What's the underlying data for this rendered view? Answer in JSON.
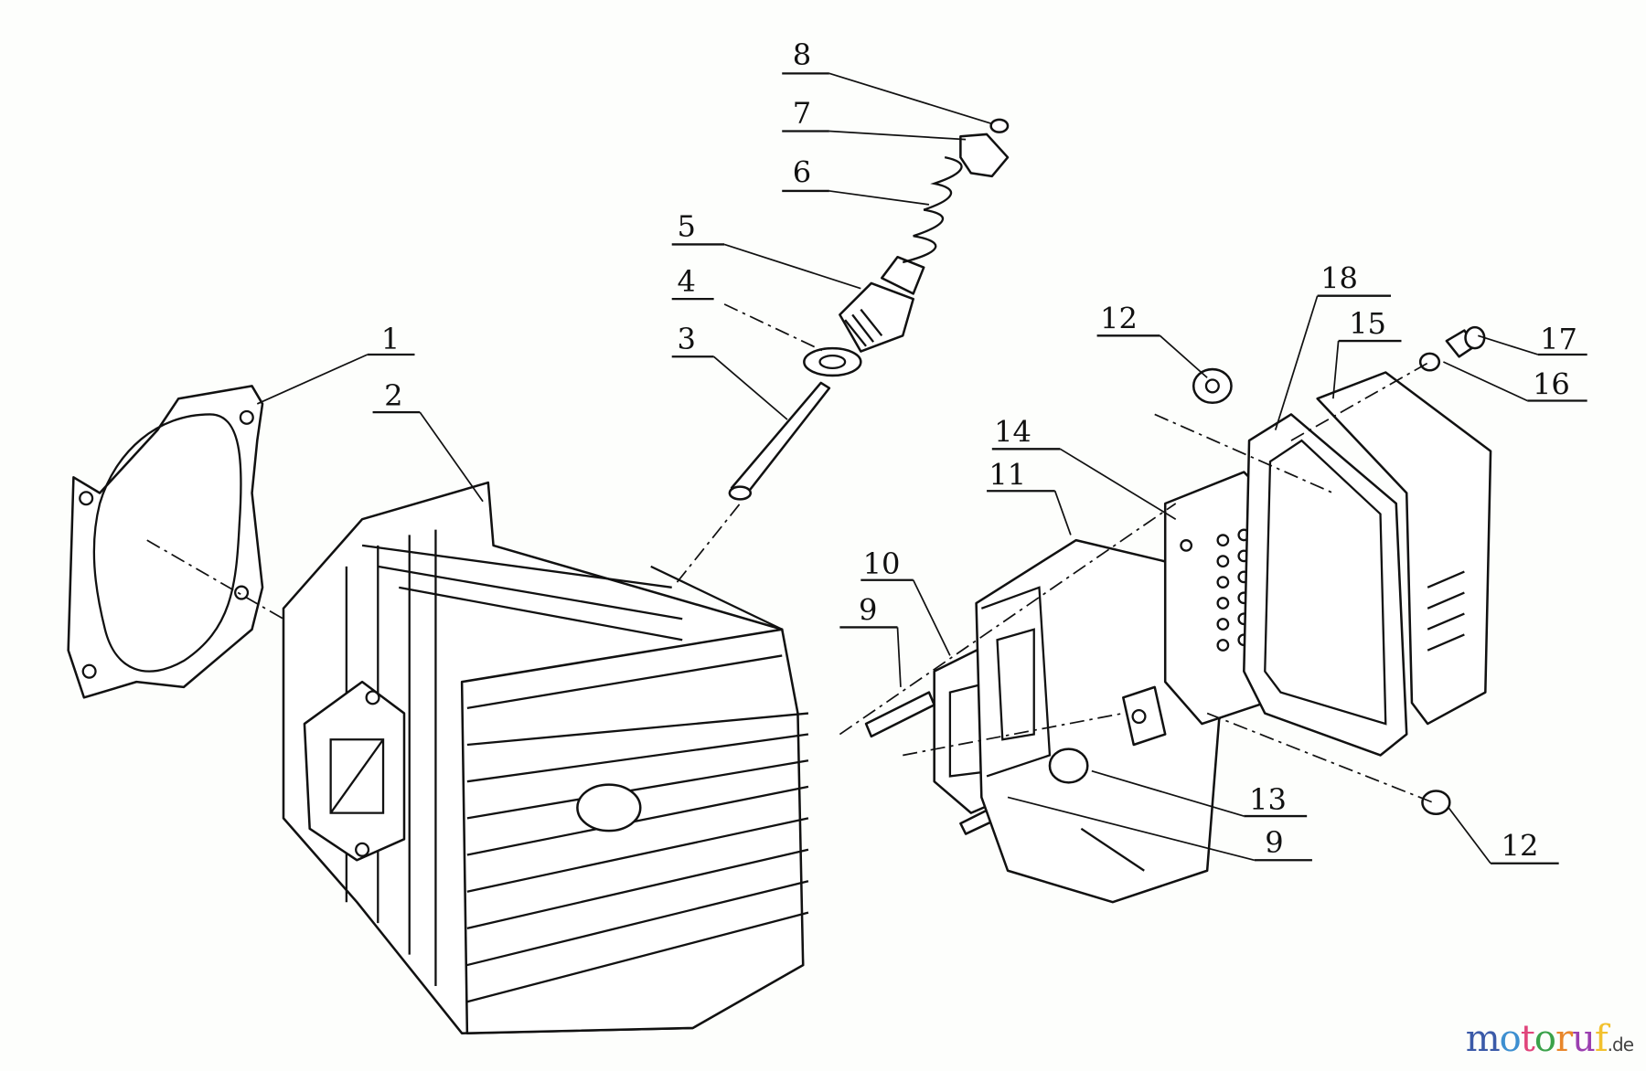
{
  "callouts": {
    "c1": "1",
    "c2": "2",
    "c3": "3",
    "c4": "4",
    "c5": "5",
    "c6": "6",
    "c7": "7",
    "c8": "8",
    "c9a": "9",
    "c9b": "9",
    "c10": "10",
    "c11": "11",
    "c12a": "12",
    "c12b": "12",
    "c13": "13",
    "c14": "14",
    "c15": "15",
    "c16": "16",
    "c17": "17",
    "c18": "18"
  },
  "watermark": {
    "letters": [
      "m",
      "o",
      "t",
      "o",
      "r",
      "u",
      "f"
    ],
    "colors": [
      "#3b5aa8",
      "#3d8fd0",
      "#e0457b",
      "#3aa24a",
      "#e8862a",
      "#9b3fb0",
      "#f2c12e"
    ],
    "suffix": ".de"
  }
}
